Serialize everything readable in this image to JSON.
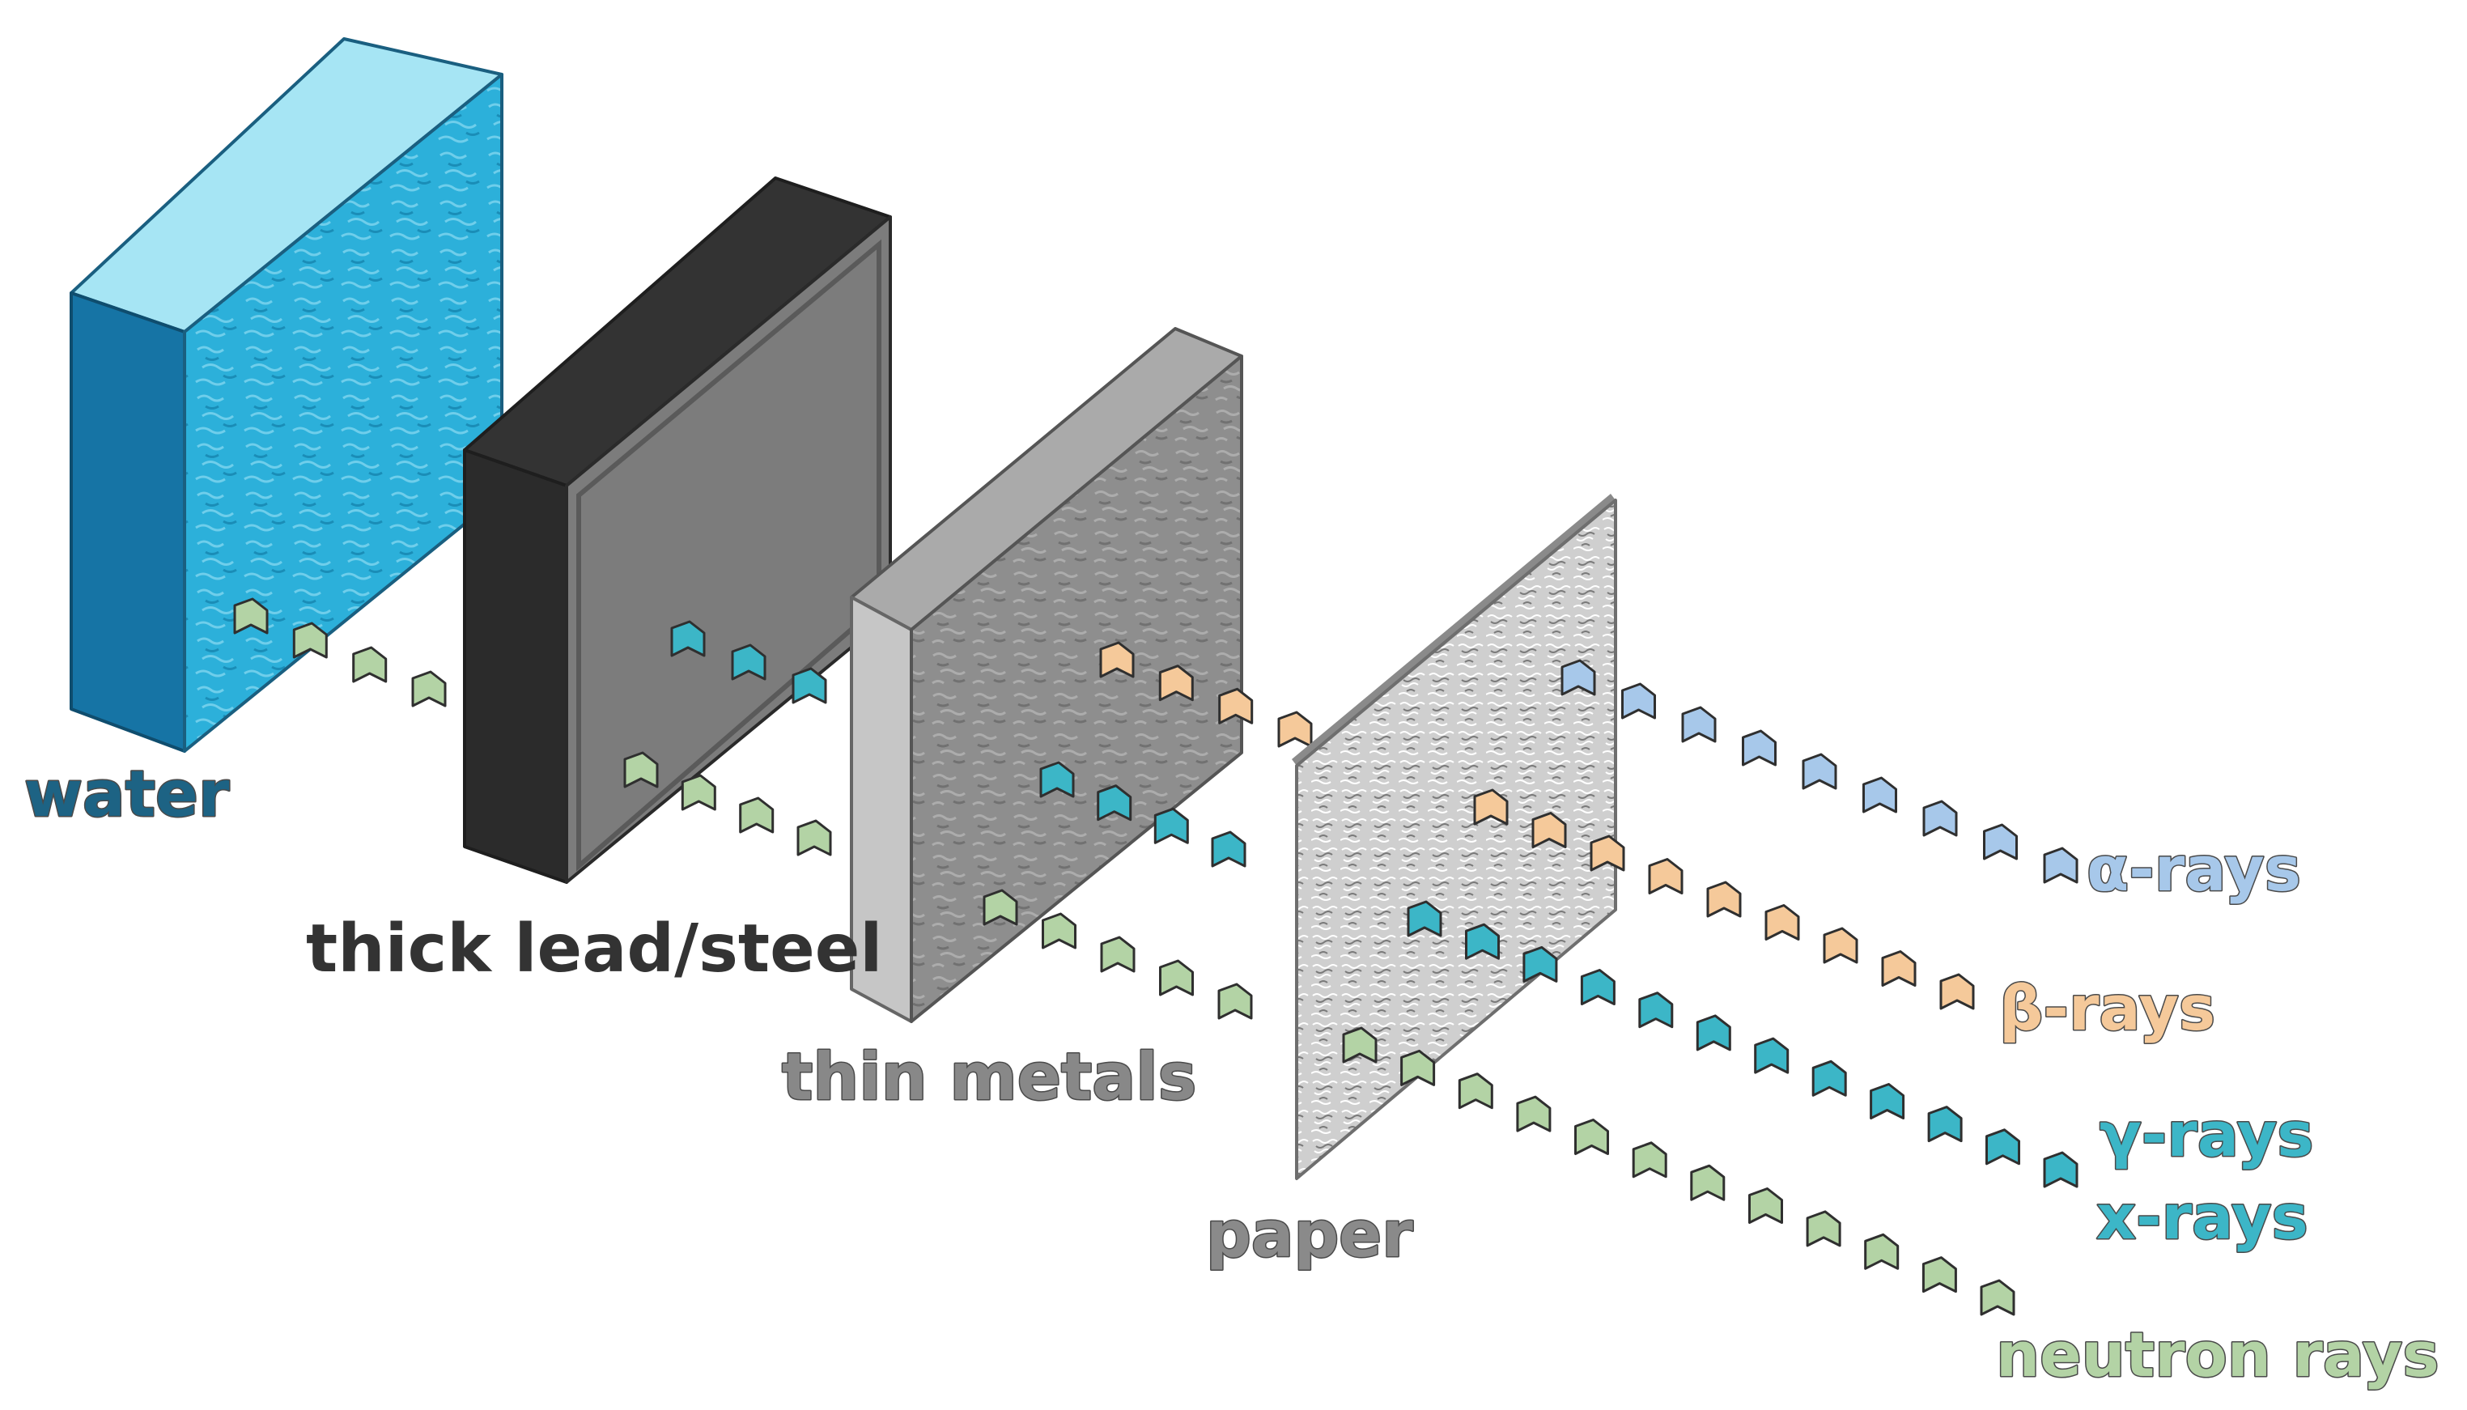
{
  "materials": [
    {
      "key": "water",
      "label": "water"
    },
    {
      "key": "lead",
      "label": "thick lead/steel"
    },
    {
      "key": "metal",
      "label": "thin metals"
    },
    {
      "key": "paper",
      "label": "paper"
    }
  ],
  "rays": [
    {
      "key": "alpha",
      "label": "α-rays"
    },
    {
      "key": "beta",
      "label": "β-rays"
    },
    {
      "key": "gamma",
      "label": "γ-rays"
    },
    {
      "key": "xray",
      "label": "x-rays"
    },
    {
      "key": "neutron",
      "label": "neutron rays"
    }
  ],
  "colors": {
    "water_front": "#2cb0da",
    "water_side": "#1674a5",
    "water_top": "#a6e5f4",
    "lead_front": "#7c7c7c",
    "lead_side": "#333333",
    "metal_front": "#8e8e8e",
    "metal_side": "#c6c6c6",
    "metal_top": "#aaaaaa",
    "paper_front": "#c4c4c4",
    "alpha": "#a7c8ea",
    "beta": "#f5c99a",
    "gamma": "#3cb6c7",
    "neutron": "#b3d3a5",
    "label_water": "#1d6384",
    "label_lead": "#333333",
    "label_metal": "#888888",
    "label_paper": "#8a8a8a"
  },
  "icons": {
    "particle": "chevron-arrow-icon"
  }
}
